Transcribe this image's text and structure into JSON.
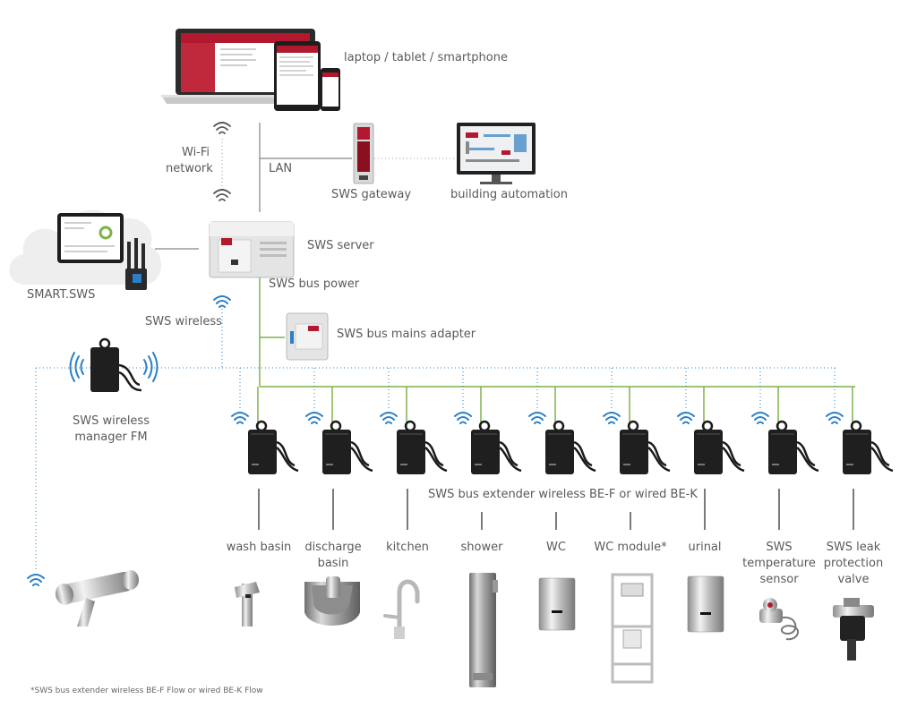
{
  "labels": {
    "devices": "laptop / tablet / smartphone",
    "wifi_line1": "Wi-Fi",
    "wifi_line2": "network",
    "lan": "LAN",
    "gateway": "SWS gateway",
    "building_automation": "building automation",
    "server": "SWS server",
    "smart_sws": "SMART.SWS",
    "bus_power": "SWS bus power",
    "wireless": "SWS wireless",
    "mains_adapter": "SWS bus mains adapter",
    "wireless_manager_line1": "SWS wireless",
    "wireless_manager_line2": "manager FM",
    "extender": "SWS bus extender wireless BE-F or wired BE-K"
  },
  "fixtures": [
    {
      "lines": [
        "wash basin"
      ],
      "icon": "wash-basin-faucet-icon"
    },
    {
      "lines": [
        "discharge",
        "basin"
      ],
      "icon": "discharge-basin-icon"
    },
    {
      "lines": [
        "kitchen"
      ],
      "icon": "kitchen-faucet-icon"
    },
    {
      "lines": [
        "shower"
      ],
      "icon": "shower-panel-icon"
    },
    {
      "lines": [
        "WC"
      ],
      "icon": "wc-flush-plate-icon"
    },
    {
      "lines": [
        "WC module*"
      ],
      "icon": "wc-module-frame-icon"
    },
    {
      "lines": [
        "urinal"
      ],
      "icon": "urinal-flush-plate-icon"
    },
    {
      "lines": [
        "SWS",
        "temperature",
        "sensor"
      ],
      "icon": "temperature-sensor-icon"
    },
    {
      "lines": [
        "SWS leak",
        "protection",
        "valve"
      ],
      "icon": "leak-protection-valve-icon"
    }
  ],
  "footnote": "*SWS bus extender wireless BE-F Flow or wired BE-K Flow",
  "colors": {
    "bus_green": "#7fb24a",
    "wireless_blue": "#2a7fc6",
    "lan_gray": "#9a9a9a",
    "brand_red": "#b3192e",
    "device_black": "#1d1d1d"
  }
}
